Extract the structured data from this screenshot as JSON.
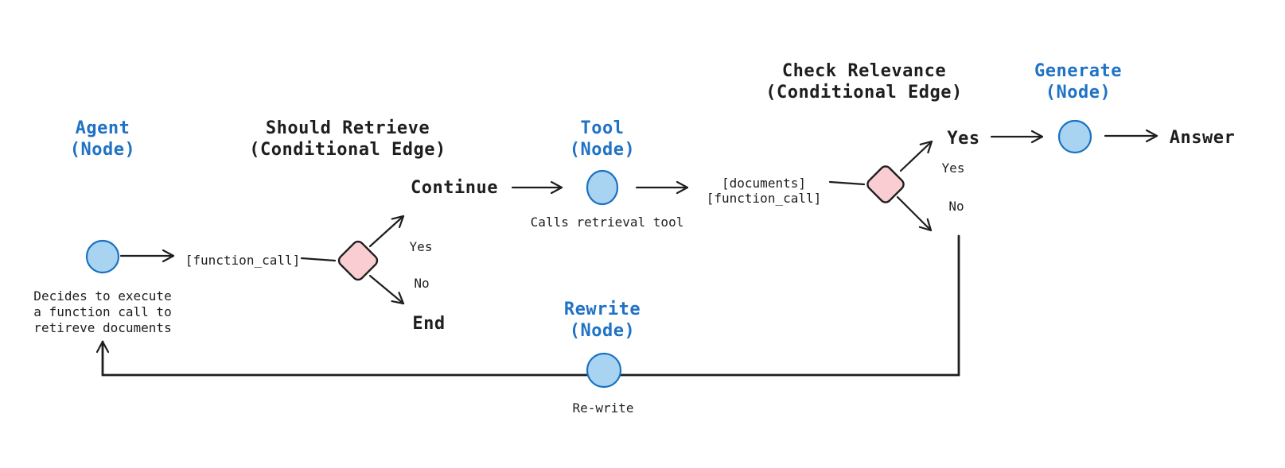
{
  "colors": {
    "background": "#ffffff",
    "node_fill": "#a8d4f2",
    "node_stroke": "#1971c2",
    "decision_fill": "#f9cdd1",
    "decision_stroke": "#1e1e1e",
    "heading_blue": "#1f72c4",
    "text_dark": "#1e1e1e"
  },
  "nodes": {
    "agent": {
      "title": "Agent\n(Node)",
      "caption": "Decides to execute\na function call to\nretireve documents"
    },
    "tool": {
      "title": "Tool\n(Node)",
      "caption": "Calls retrieval tool"
    },
    "generate": {
      "title": "Generate\n(Node)"
    },
    "rewrite": {
      "title": "Rewrite\n(Node)",
      "caption": "Re-write"
    }
  },
  "decisions": {
    "should_retrieve": {
      "title": "Should Retrieve\n(Conditional Edge)",
      "input_label": "[function_call]",
      "yes_label": "Yes",
      "no_label": "No",
      "yes_result": "Continue",
      "no_result": "End"
    },
    "check_relevance": {
      "title": "Check Relevance\n(Conditional Edge)",
      "input_label": "[documents]\n[function_call]",
      "yes_label": "Yes",
      "no_label": "No",
      "yes_result": "Yes"
    }
  },
  "outputs": {
    "answer": "Answer"
  }
}
